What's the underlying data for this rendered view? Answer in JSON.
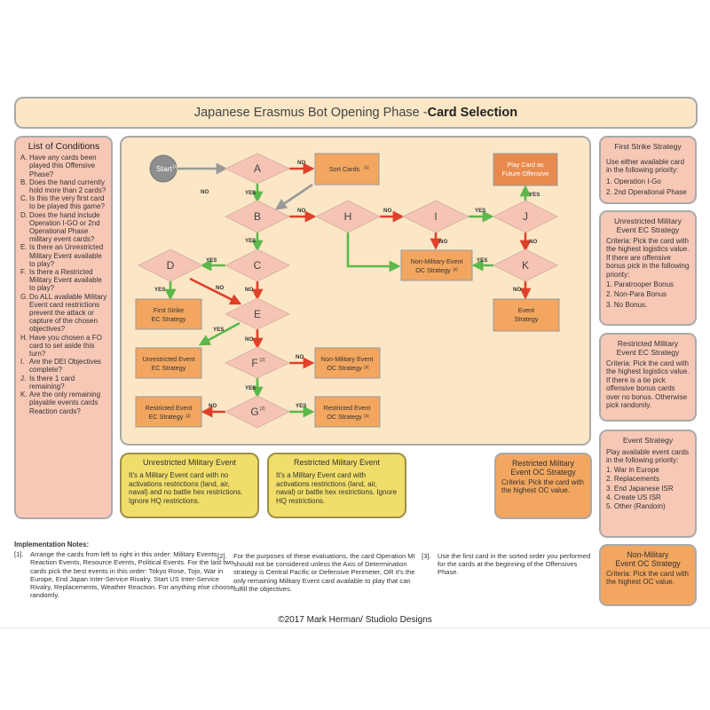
{
  "title": {
    "normal": "Japanese Erasmus Bot Opening Phase - ",
    "bold": "Card Selection"
  },
  "conditions": {
    "heading": "List of Conditions",
    "items": [
      {
        "letter": "A.",
        "text": "Have any cards been played this Offensive Phase?"
      },
      {
        "letter": "B.",
        "text": "Does the hand currently hold more than 2 cards?"
      },
      {
        "letter": "C.",
        "text": "Is this the very first card to be played this game?"
      },
      {
        "letter": "D.",
        "text": "Does the hand include Operation I-GO or 2nd Operational Phase military event cards?"
      },
      {
        "letter": "E.",
        "text": "Is there an Unrestricted Military Event available to play?"
      },
      {
        "letter": "F.",
        "text": "Is there a Restricted Military Event available to play?"
      },
      {
        "letter": "G.",
        "text": "Do ALL available Military Event card restrictions prevent the attack or capture of the chosen objectives?"
      },
      {
        "letter": "H.",
        "text": "Have you chosen a FO card to set aside this turn?"
      },
      {
        "letter": "I.",
        "text": "Are the DEI Objectives complete?"
      },
      {
        "letter": "J.",
        "text": "Is there 1 card remaining?"
      },
      {
        "letter": "K.",
        "text": "Are the only remaining playable events cards Reaction cards?"
      }
    ]
  },
  "flow": {
    "start": "Start",
    "start_sup": "[1]",
    "yes": "YES",
    "no": "NO",
    "nodes": {
      "A": "A",
      "B": "B",
      "C": "C",
      "D": "D",
      "E": "E",
      "F": "F",
      "G": "G",
      "H": "H",
      "I": "I",
      "J": "J",
      "K": "K"
    },
    "sup2": "[2]",
    "sort_cards": "Sort Cards",
    "sort_sup": "[1]",
    "play_card_l1": "Play Card as",
    "play_card_l2": "Future Offensive",
    "nm_h_l1": "Non-Military Event",
    "nm_h_l2": "OC Strategy",
    "nm_h_sup": "[3]",
    "first_strike_l1": "First Strike",
    "first_strike_l2": "EC Strategy",
    "event_strategy_l1": "Event",
    "event_strategy_l2": "Strategy",
    "unres_ec_l1": "Unrestricted Event",
    "unres_ec_l2": "EC Strategy",
    "nm_f_l1": "Non-Military Event",
    "nm_f_l2": "OC Strategy",
    "nm_f_sup": "[3]",
    "res_ec_l1": "Restricted Event",
    "res_ec_l2": "EC Strategy",
    "res_ec_sup": "[2]",
    "res_oc_l1": "Restricted Event",
    "res_oc_l2": "OC Strategy",
    "res_oc_sup": "[2]"
  },
  "strategies": {
    "first_strike": {
      "title": "First Strike Strategy",
      "text": "Use either available card in the following priority:",
      "items": [
        "1. Operation I-Go",
        "2. 2nd Operational Phase"
      ]
    },
    "unrestricted_ec": {
      "title_l1": "Unrestricted Military",
      "title_l2": "Event EC Strategy",
      "text": "Criteria: Pick the card with the highest logistics value. If there are offensive bonus pick in the following priority:",
      "items": [
        "1. Paratrooper Bonus",
        "2. Non-Para Bonus",
        "3. No Bonus."
      ]
    },
    "restricted_ec": {
      "title_l1": "Restricted Military",
      "title_l2": "Event EC Strategy",
      "text": "Criteria: Pick the card with the highest logistics value. If there is a tie pick offensive bonus cards over no bonus. Otherwise pick randomly."
    },
    "event": {
      "title": "Event Strategy",
      "text": "Play available event cards in the following priority:",
      "items": [
        "1. War in Europe",
        "2. Replacements",
        "3. End Japanese ISR",
        "4. Create US ISR",
        "5. Other (Random)"
      ]
    },
    "non_military_oc": {
      "title_l1": "Non-Military",
      "title_l2": "Event OC Strategy",
      "text": "Criteria: Pick the card with the highest OC value."
    },
    "restricted_oc": {
      "title_l1": "Restricted Military",
      "title_l2": "Event OC Strategy",
      "text": "Criteria: Pick the card with the highest OC value."
    }
  },
  "definitions": {
    "unrestricted": {
      "title": "Unrestricted Military Event",
      "text": "It's a Military Event card with no activations restrictions (land, air, naval) and no battle hex restrictions. Ignore HQ restrictions."
    },
    "restricted": {
      "title": "Restricted Military Event",
      "text": "It's a Military Event card with activations restrictions (land, air, naval) or battle hex restrictions. Ignore HQ restrictions."
    }
  },
  "notes": {
    "heading": "Implementation Notes:",
    "items": [
      {
        "num": "[1].",
        "text": "Arrange the cards from left to right in this order: Military Events, Reaction Events, Resource Events, Political Events. For the last two cards pick the best events in this order: Tokyo Rose, Tojo, War in Europe, End Japan Inter-Service Rivalry, Start US Inter-Service Rivalry, Replacements, Weather Reaction. For anything else choose randomly."
      },
      {
        "num": "[2].",
        "text": "For the purposes of these evaluations, the card Operation MI should not be considered unless the Axis of Determination strategy is Central Pacific or Defensive Perimeter, OR it's the only remaining Military Event card available to play that can fulfill the objectives."
      },
      {
        "num": "[3].",
        "text": "Use the first card in the sorted order you performed for the cards at the beginning of the Offensives Phase."
      }
    ]
  },
  "footer": "©2017 Mark Herman/ Studiolo Designs",
  "colors": {
    "cream": "#fbe7c6",
    "pink": "#f7c8b6",
    "orange": "#f2a65f",
    "yellow": "#f1de6a",
    "diamond": "#f5c4b4",
    "arrow_red": "#e0402a",
    "arrow_green": "#5cb84a",
    "arrow_gray": "#9a9a9a"
  }
}
